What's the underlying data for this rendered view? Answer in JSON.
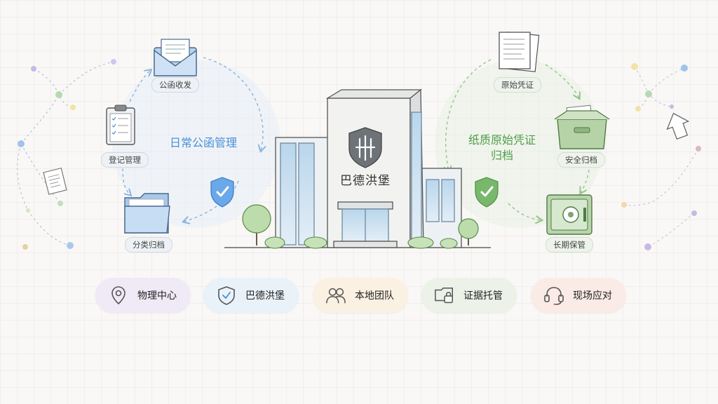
{
  "left_flow": {
    "heading": "日常公函管理",
    "nodes": [
      {
        "label": "公函收发",
        "icon": "envelope-icon"
      },
      {
        "label": "登记管理",
        "icon": "clipboard-icon"
      },
      {
        "label": "分类归档",
        "icon": "folder-icon"
      }
    ]
  },
  "building": {
    "name": "巴德洪堡",
    "emblem": "shield-emblem-icon"
  },
  "right_flow": {
    "heading_line1": "纸质原始凭证",
    "heading_line2": "归档",
    "nodes": [
      {
        "label": "原始凭证",
        "icon": "documents-icon"
      },
      {
        "label": "安全归档",
        "icon": "archive-box-icon"
      },
      {
        "label": "长期保管",
        "icon": "safe-icon"
      }
    ]
  },
  "features": [
    {
      "label": "物理中心",
      "icon": "location-pin-icon",
      "color": "#efeaf6"
    },
    {
      "label": "巴德洪堡",
      "icon": "shield-check-icon",
      "color": "#eaf2f9"
    },
    {
      "label": "本地团队",
      "icon": "team-icon",
      "color": "#fbf1e2"
    },
    {
      "label": "证据托管",
      "icon": "folder-lock-icon",
      "color": "#ecf2e7"
    },
    {
      "label": "现场应对",
      "icon": "headset-icon",
      "color": "#fbebe6"
    }
  ],
  "colors": {
    "blue": "#4a8fd8",
    "green": "#4f9d4a",
    "background": "#f9f8f6"
  }
}
